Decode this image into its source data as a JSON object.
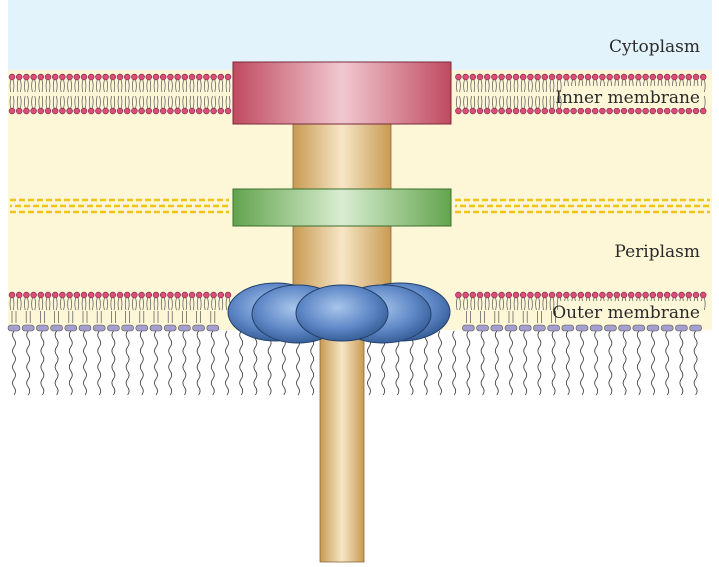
{
  "labels": {
    "cytoplasm": "Cytoplasm",
    "inner_membrane": "Inner membrane",
    "periplasm": "Periplasm",
    "outer_membrane": "Outer membrane"
  },
  "colors": {
    "cytoplasm": "#e3f3fb",
    "periplasm": "#fdf7d8",
    "lipid_head": "#d94f7a",
    "lps_head": "#a59fd0",
    "peptidoglycan": "#f0c21a",
    "ring_red": "#c2566a",
    "ring_green": "#6aa556",
    "ring_blue": "#4f77b8",
    "rod": "#d2b07a"
  }
}
